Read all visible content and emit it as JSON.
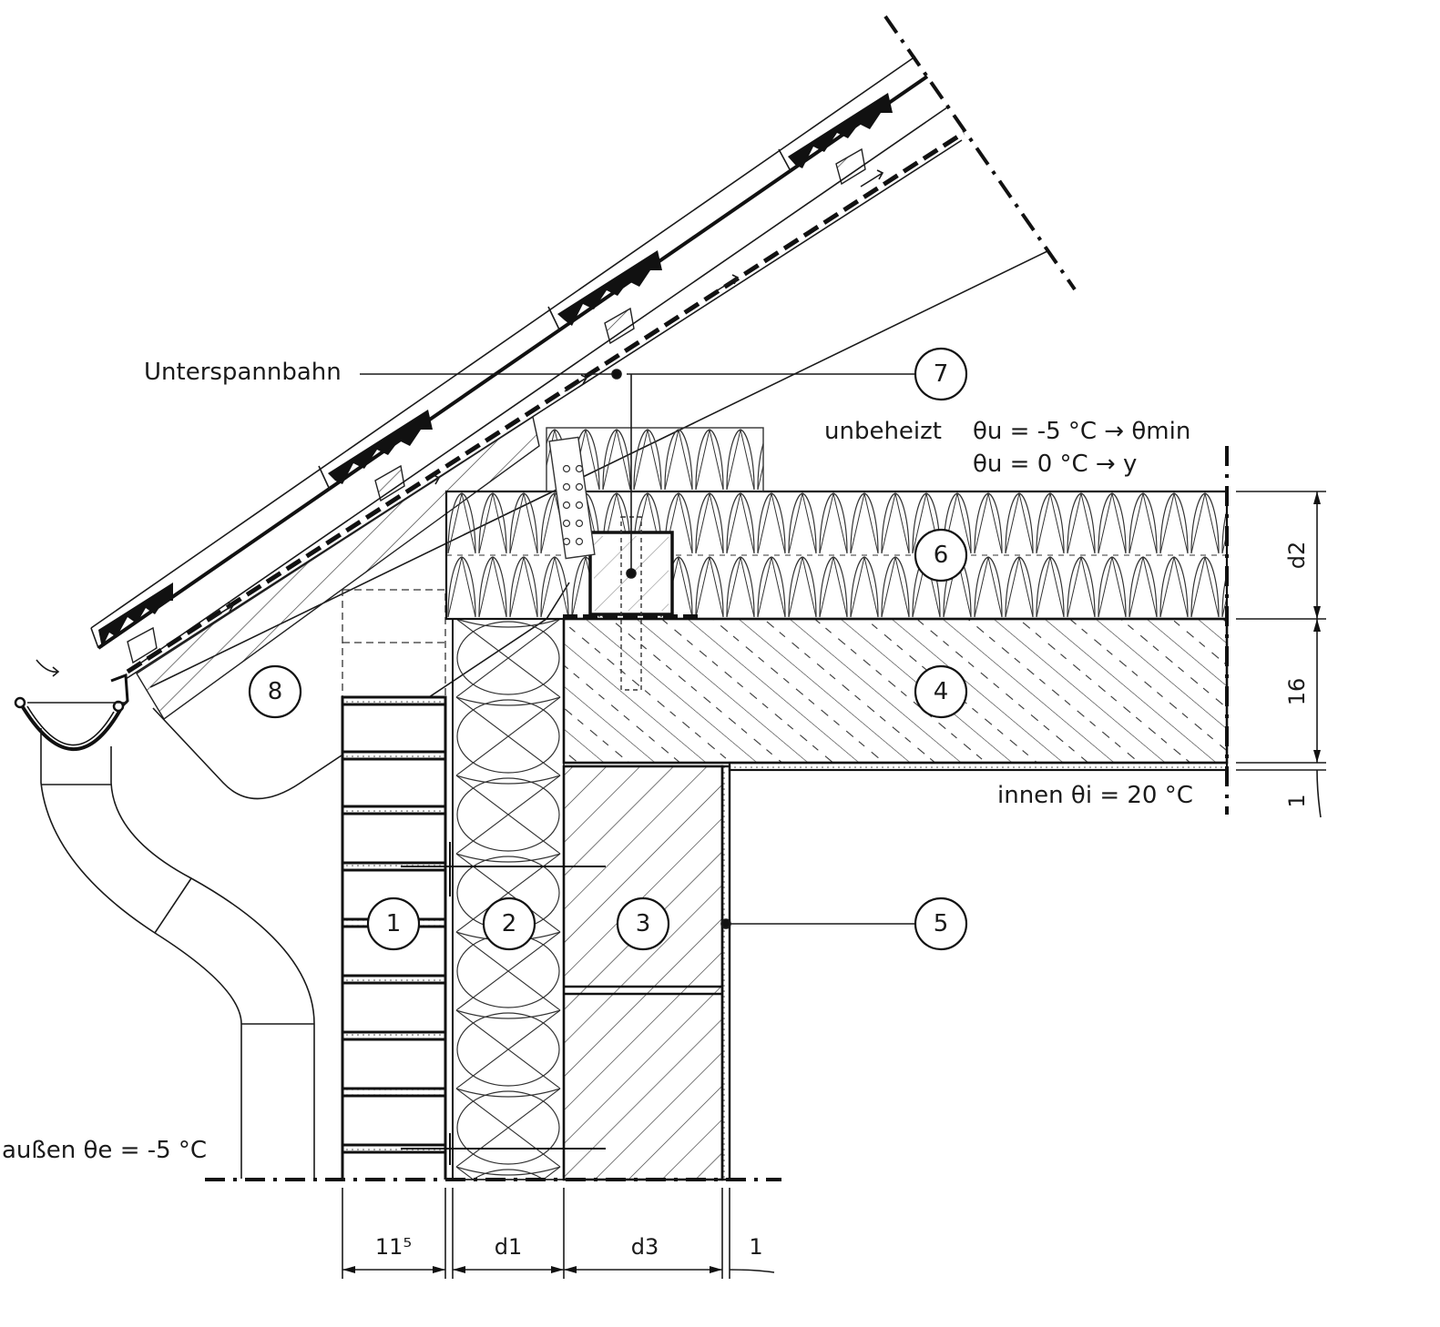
{
  "labels": {
    "membrane": "Unterspannbahn",
    "unheated": "unbeheizt",
    "theta_u_1": "θu =  -5 °C  → θmin",
    "theta_u_2": "θu =   0 °C   → y",
    "inside": "innen  θi = 20 °C",
    "outside": "außen  θe = -5 °C"
  },
  "markers": [
    "1",
    "2",
    "3",
    "4",
    "5",
    "6",
    "7",
    "8"
  ],
  "dimensions": {
    "brick": "11⁵",
    "d1": "d1",
    "d3": "d3",
    "plaster_bottom": "1",
    "d2": "d2",
    "slab": "16",
    "plaster_right": "1"
  },
  "colors": {
    "ink": "#1a1a1a",
    "paper": "#ffffff",
    "hatch": "#555555"
  }
}
